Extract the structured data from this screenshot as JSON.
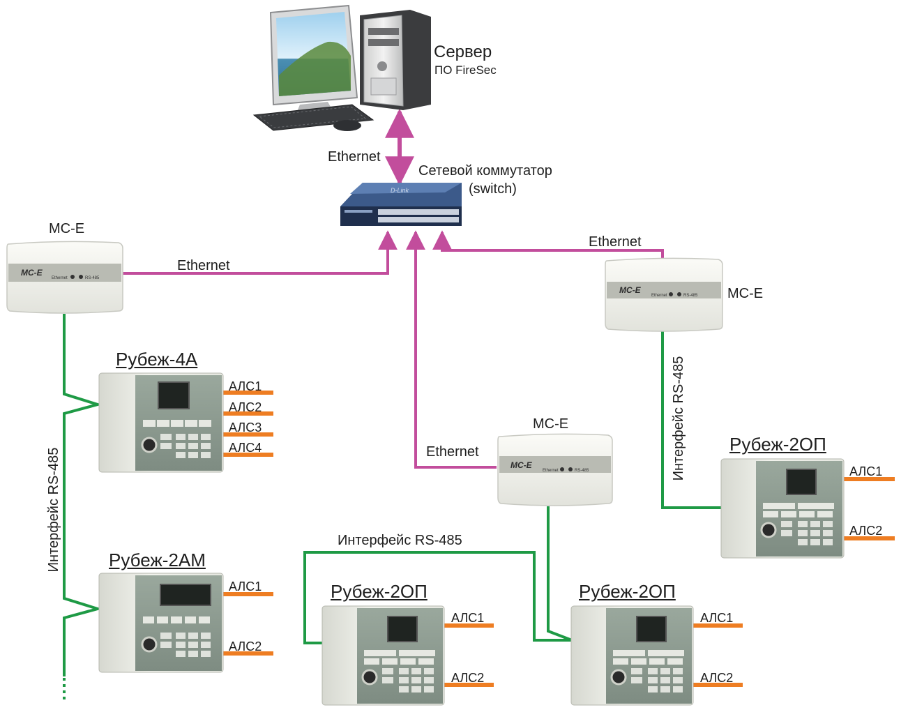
{
  "server": {
    "title": "Сервер",
    "subtitle": "ПО FireSec"
  },
  "switch": {
    "label_line1": "Сетевой коммутатор",
    "label_line2": "(switch)",
    "brand": "D-Link"
  },
  "links": {
    "ethernet_server": "Ethernet",
    "ethernet_left": "Ethernet",
    "ethernet_right": "Ethernet",
    "ethernet_middle": "Ethernet",
    "rs485_left": "Интерфейс RS-485",
    "rs485_right": "Интерфейс RS-485",
    "rs485_middle": "Интерфейс RS-485"
  },
  "modules": {
    "name": "МС-Е",
    "left_label": "МС-Е",
    "right_label": "МС-Е",
    "middle_label": "МС-Е",
    "panel_brand": "MC-E",
    "panel_port1": "Ethernet",
    "panel_port2": "RS-485"
  },
  "devices": {
    "rubezh4a": {
      "title": "Рубеж-4А",
      "lines": [
        "АЛС1",
        "АЛС2",
        "АЛС3",
        "АЛС4"
      ]
    },
    "rubezh2am": {
      "title": "Рубеж-2АМ",
      "lines": [
        "АЛС1",
        "АЛС2"
      ]
    },
    "rubezh2op_center": {
      "title": "Рубеж-2ОП",
      "lines": [
        "АЛС1",
        "АЛС2"
      ]
    },
    "rubezh2op_right": {
      "title": "Рубеж-2ОП",
      "lines": [
        "АЛС1",
        "АЛС2"
      ]
    },
    "rubezh2op_far": {
      "title": "Рубеж-2ОП",
      "lines": [
        "АЛС1",
        "АЛС2"
      ]
    }
  },
  "colors": {
    "ethernet": "#c24d9c",
    "rs485": "#1e9a45",
    "als": "#ee7d22",
    "panel_body": "#e9ebe5",
    "panel_face": "#8a9a8e",
    "screen": "#1f2421"
  }
}
